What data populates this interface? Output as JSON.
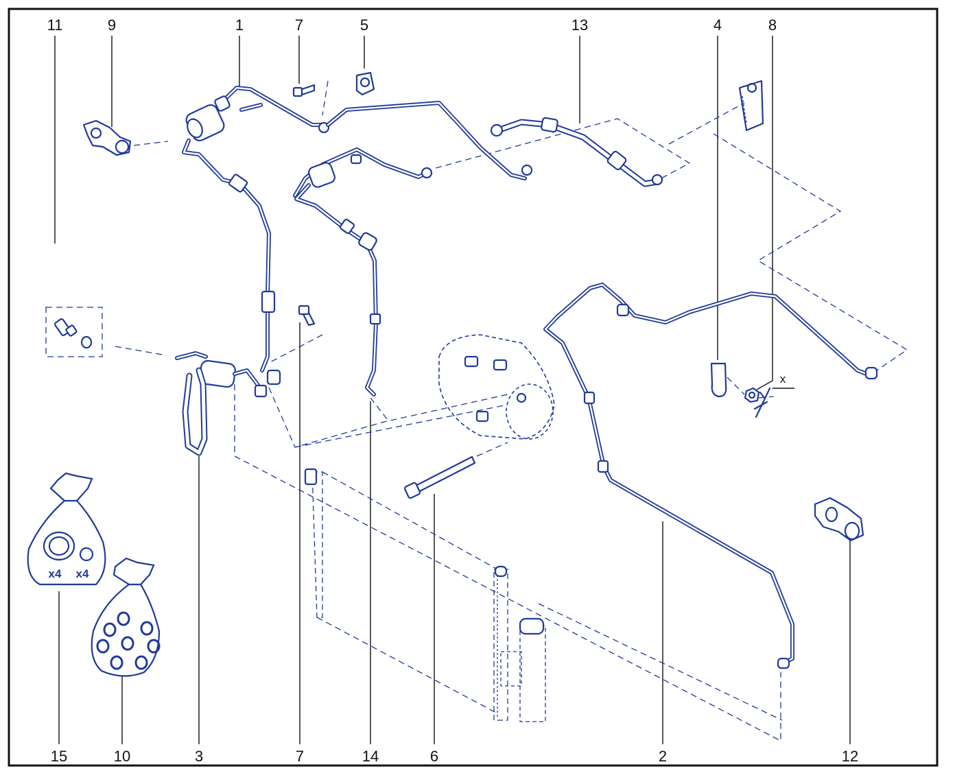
{
  "callouts_top": [
    "11",
    "9",
    "1",
    "7",
    "5",
    "13",
    "4",
    "8"
  ],
  "callouts_bottom": [
    "15",
    "10",
    "3",
    "7",
    "14",
    "6",
    "2",
    "12"
  ],
  "dimension_label": "x",
  "kit_labels": [
    "x4",
    "x4"
  ],
  "colors": {
    "line_art": "#1f3a9a",
    "frame": "#111111",
    "background": "#ffffff"
  }
}
